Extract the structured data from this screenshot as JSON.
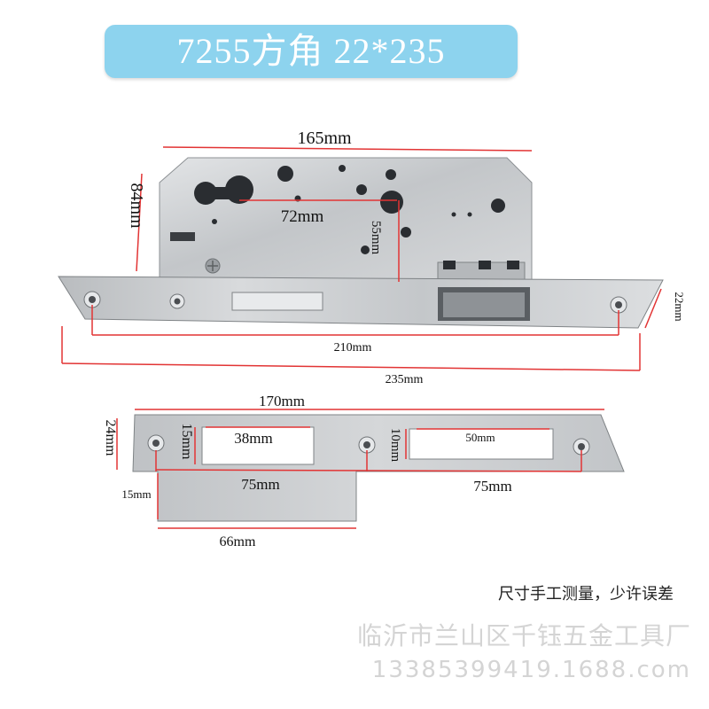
{
  "title": "7255方角 22*235",
  "lock_body": {
    "width_label": "165mm",
    "height_label": "84mm",
    "spindle_to_cylinder_label": "72mm",
    "vertical_label": "55mm",
    "screw_spacing_label": "210mm",
    "faceplate_length_label": "235mm",
    "faceplate_width_label": "22mm"
  },
  "strike_plate": {
    "length_label": "170mm",
    "height_label": "24mm",
    "latch_hole_width_label": "38mm",
    "latch_hole_height_label": "15mm",
    "bolt_hole_height_label": "10mm",
    "bolt_hole_width_label": "50mm",
    "left_spacing_label": "75mm",
    "right_spacing_label": "75mm",
    "lip_height_label": "15mm",
    "lip_width_label": "66mm"
  },
  "note": "尺寸手工测量，少许误差",
  "watermark": {
    "company": "临沂市兰山区千钰五金工具厂",
    "contact": "13385399419.1688.com"
  },
  "colors": {
    "banner": "#8dd3ee",
    "dimension_line": "#e23434",
    "steel": "#c9cccf"
  }
}
